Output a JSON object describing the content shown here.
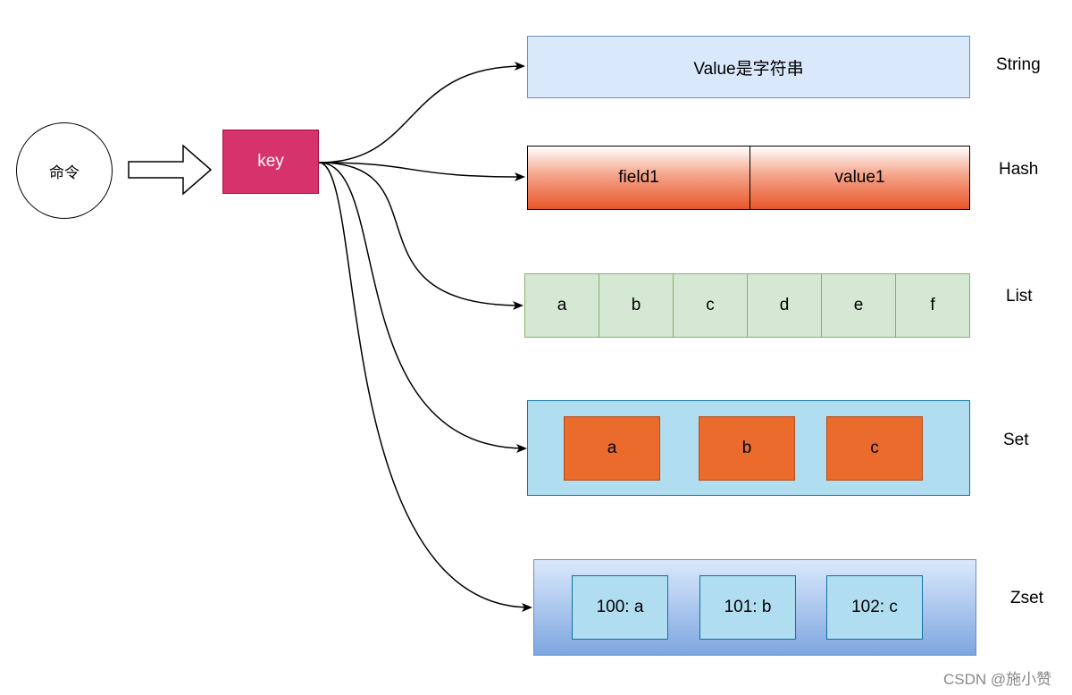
{
  "command": {
    "label": "命令"
  },
  "key": {
    "label": "key"
  },
  "string": {
    "value": "Value是字符串",
    "type_label": "String"
  },
  "hash": {
    "field": "field1",
    "value": "value1",
    "type_label": "Hash"
  },
  "list": {
    "items": [
      "a",
      "b",
      "c",
      "d",
      "e",
      "f"
    ],
    "type_label": "List"
  },
  "set": {
    "items": [
      "a",
      "b",
      "c"
    ],
    "type_label": "Set"
  },
  "zset": {
    "items": [
      "100: a",
      "101: b",
      "102: c"
    ],
    "type_label": "Zset"
  },
  "watermark": "CSDN @施小赞",
  "colors": {
    "key_fill": "#d6336c",
    "string_fill": "#dae8fc",
    "string_border": "#6c8ebf",
    "hash_top": "#ffffff",
    "hash_bottom": "#e8562a",
    "list_fill": "#d5e8d4",
    "list_border": "#82b366",
    "set_fill": "#b1ddf0",
    "set_border": "#10739e",
    "set_item_fill": "#ea6b2c",
    "zset_top": "#dae8fc",
    "zset_bottom": "#7ea6e0",
    "zset_item_fill": "#b1ddf0"
  }
}
